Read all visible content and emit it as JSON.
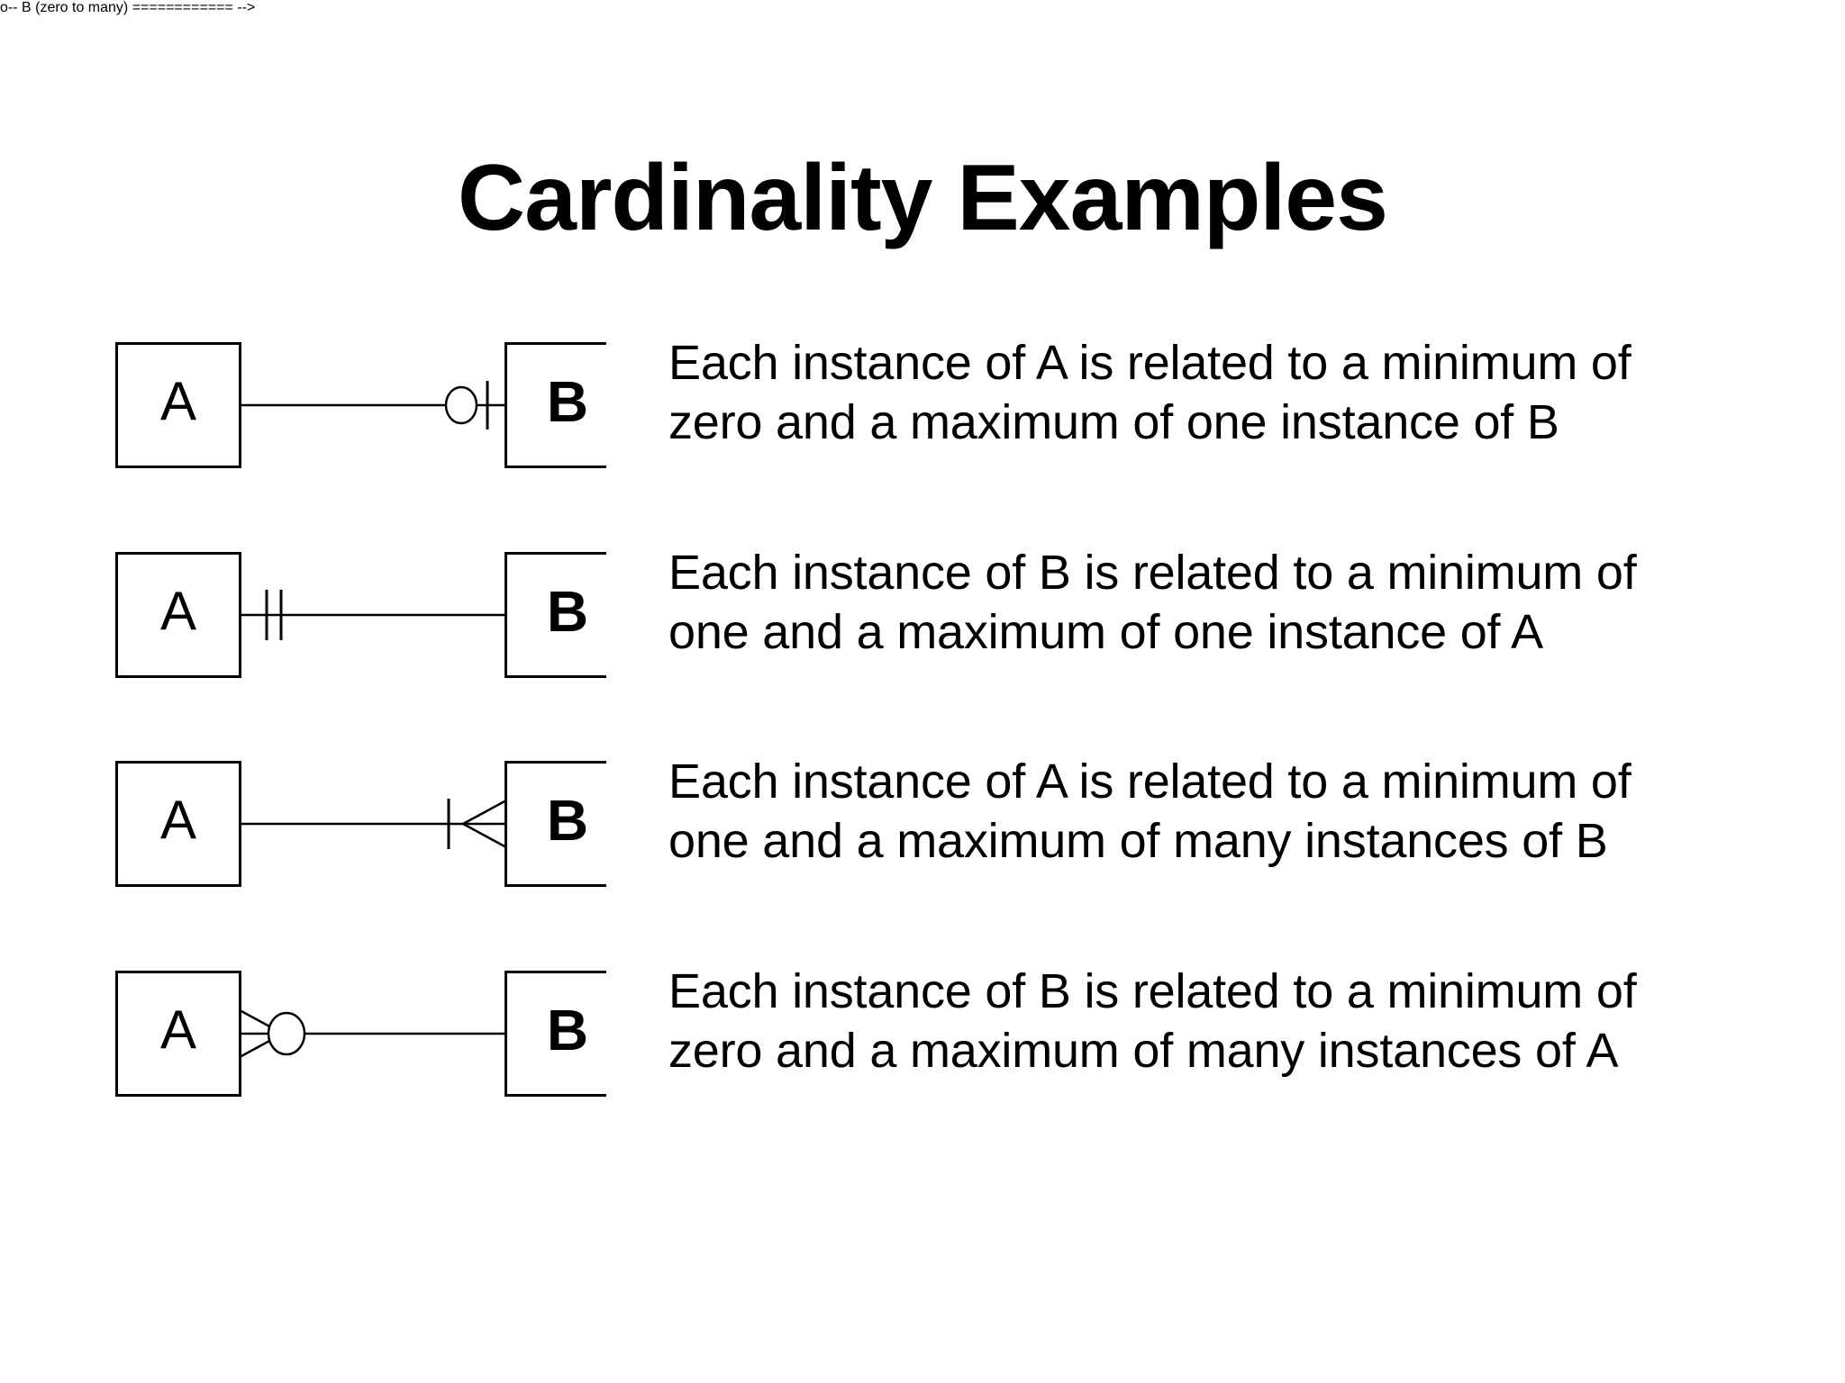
{
  "slide": {
    "title": "Cardinality Examples",
    "background_color": "#ffffff",
    "ink_color": "#000000"
  },
  "rows": [
    {
      "id": "row-1",
      "left_entity": "A",
      "right_entity": "B",
      "notation_icons": [
        "zero-circle-icon",
        "one-tick-icon"
      ],
      "notation_side": "right",
      "min": "zero",
      "max": "one",
      "subject": "A",
      "object": "B",
      "line_1": "Each instance of A is related to a minimum of",
      "line_2": "zero and a maximum of one instance of B"
    },
    {
      "id": "row-2",
      "left_entity": "A",
      "right_entity": "B",
      "notation_icons": [
        "one-tick-icon",
        "one-tick-icon"
      ],
      "notation_side": "left",
      "min": "one",
      "max": "one",
      "subject": "B",
      "object": "A",
      "line_1": "Each instance of B is related to a minimum of",
      "line_2": "one and a maximum of one instance of A"
    },
    {
      "id": "row-3",
      "left_entity": "A",
      "right_entity": "B",
      "notation_icons": [
        "one-tick-icon",
        "crows-foot-many-icon"
      ],
      "notation_side": "right",
      "min": "one",
      "max": "many",
      "subject": "A",
      "object": "B",
      "line_1": "Each instance of A is related to a minimum of",
      "line_2": "one and a maximum of many instances of B"
    },
    {
      "id": "row-4",
      "left_entity": "A",
      "right_entity": "B",
      "notation_icons": [
        "crows-foot-many-icon",
        "zero-circle-icon"
      ],
      "notation_side": "left",
      "min": "zero",
      "max": "many",
      "subject": "B",
      "object": "A",
      "line_1": "Each instance of B is related to a minimum of",
      "line_2": "zero and a maximum of many instances of A"
    }
  ]
}
